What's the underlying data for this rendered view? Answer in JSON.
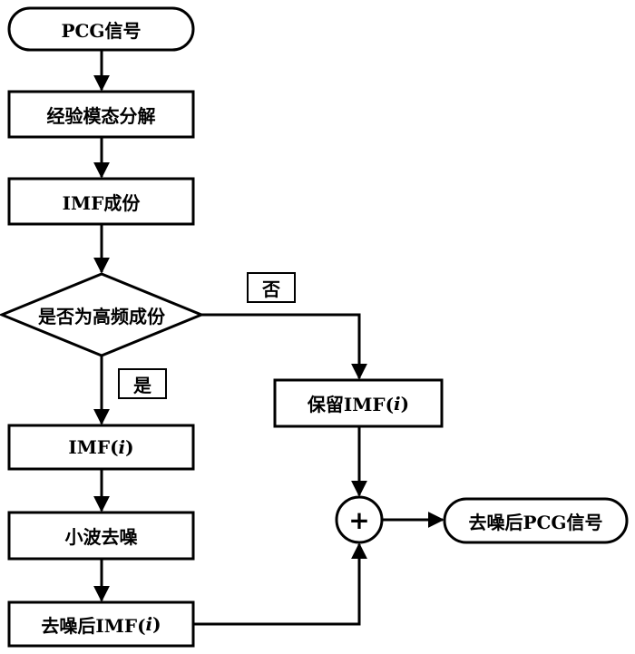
{
  "diagram": {
    "nodes": {
      "start": {
        "prefix": "PCG信号"
      },
      "emd": {
        "prefix": "经验模态分解"
      },
      "imf_components": {
        "prefix": "IMF成份"
      },
      "decision": {
        "prefix": "是否为高频成份"
      },
      "imf_i": {
        "prefix": "IMF(",
        "var": "i",
        "suffix": ")"
      },
      "wavelet": {
        "prefix": "小波去噪"
      },
      "denoised_imf": {
        "prefix": "去噪后IMF(",
        "var": "i",
        "suffix": ")"
      },
      "keep_imf": {
        "prefix": "保留IMF(",
        "var": "i",
        "suffix": ")"
      },
      "sum": {
        "symbol": "+"
      },
      "output": {
        "prefix": "去噪后PCG信号"
      }
    },
    "labels": {
      "no": "否",
      "yes": "是"
    }
  }
}
